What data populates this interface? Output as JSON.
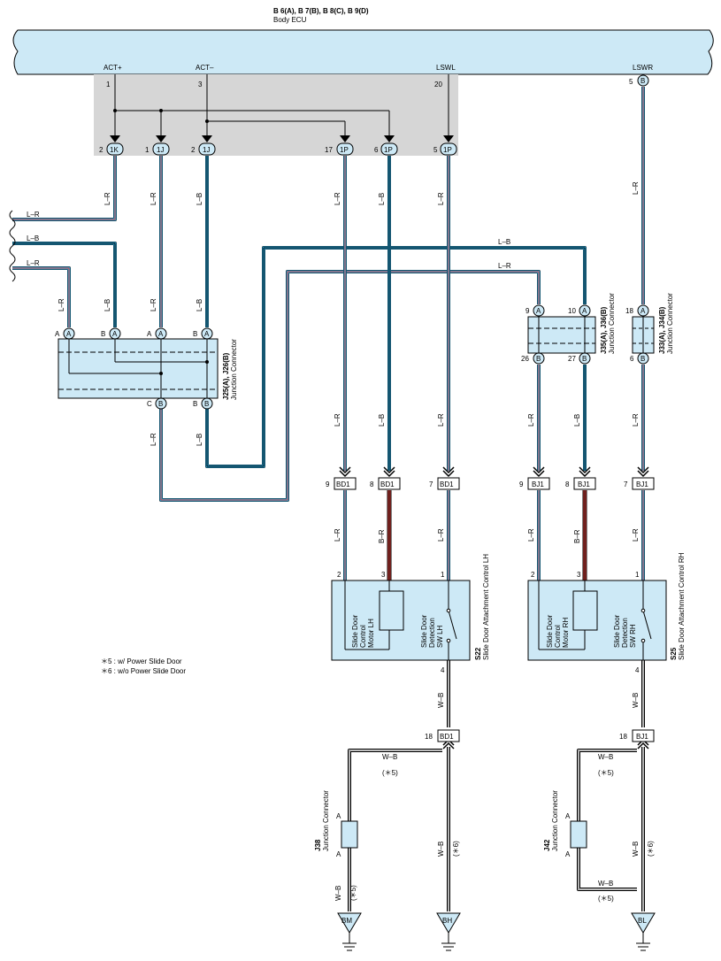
{
  "ecu": {
    "title": "B 6(A), B 7(B), B 8(C), B 9(D)",
    "name": "Body ECU",
    "signals": [
      "ACT+",
      "ACT–",
      "LSWL",
      "LSWR"
    ],
    "ecu_pins": [
      "1",
      "3",
      "20",
      "5"
    ],
    "ecu_pin_letter": "B"
  },
  "connectors": {
    "c1k": "1K",
    "c1j": "1J",
    "c1p": "1P",
    "pins_top": [
      "2",
      "1",
      "2",
      "17",
      "6",
      "5"
    ]
  },
  "colors": {
    "lr": "L–R",
    "lb": "L–B",
    "br": "B–R",
    "wb": "W–B",
    "l_blue": "#29abe2",
    "r_red": "#e0413a",
    "ecu_fill": "#cde9f6",
    "junction_fill": "#d6d6d6"
  },
  "j25": {
    "title": "J25(A), J26(B)",
    "subtitle": "Junction Connector",
    "top_pins": [
      "A",
      "B",
      "A",
      "B"
    ],
    "top_letters": [
      "A",
      "A",
      "A",
      "A"
    ],
    "bottom_pins": [
      "C",
      "B"
    ],
    "bottom_letters": [
      "B",
      "B"
    ]
  },
  "j35": {
    "title": "J35(A), J36(B)",
    "subtitle": "Junction Connector",
    "top_pins": [
      "9",
      "10"
    ],
    "bottom_pins": [
      "26",
      "27"
    ],
    "top_letters": [
      "A",
      "A"
    ],
    "bottom_letters": [
      "B",
      "B"
    ]
  },
  "j33": {
    "title": "J33(A), J34(B)",
    "subtitle": "Junction Connector",
    "top_pin": "18",
    "bottom_pin": "6",
    "top_letter": "A",
    "bottom_letter": "B"
  },
  "bd1": {
    "name": "BD1",
    "pins": [
      "9",
      "8",
      "7"
    ],
    "ground_pin": "18"
  },
  "bj1": {
    "name": "BJ1",
    "pins": [
      "9",
      "8",
      "7"
    ],
    "ground_pin": "18"
  },
  "s22": {
    "code": "S22",
    "name": "Slide Door Attachment Control LH",
    "pins": [
      "2",
      "3",
      "1",
      "4"
    ],
    "motor": [
      "Slide Door",
      "Control",
      "Motor LH"
    ],
    "switch": [
      "Slide Door",
      "Detection",
      "SW LH"
    ]
  },
  "s25": {
    "code": "S25",
    "name": "Slide Door Attachment Control RH",
    "pins": [
      "2",
      "3",
      "1",
      "4"
    ],
    "motor": [
      "Slide Door",
      "Control",
      "Motor RH"
    ],
    "switch": [
      "Slide Door",
      "Detection",
      "SW RH"
    ]
  },
  "notes": [
    "＊5 : w/ Power Slide Door",
    "＊6 : w/o Power Slide Door"
  ],
  "j38": {
    "code": "J38",
    "name": "Junction Connector",
    "pin_top": "A",
    "pin_bottom": "A"
  },
  "j42": {
    "code": "J42",
    "name": "Junction Connector",
    "pin_top": "A",
    "pin_bottom": "A"
  },
  "variants": {
    "v5": "(＊5)",
    "v6": "(＊6)"
  },
  "grounds": [
    "BM",
    "BH",
    "BL"
  ]
}
